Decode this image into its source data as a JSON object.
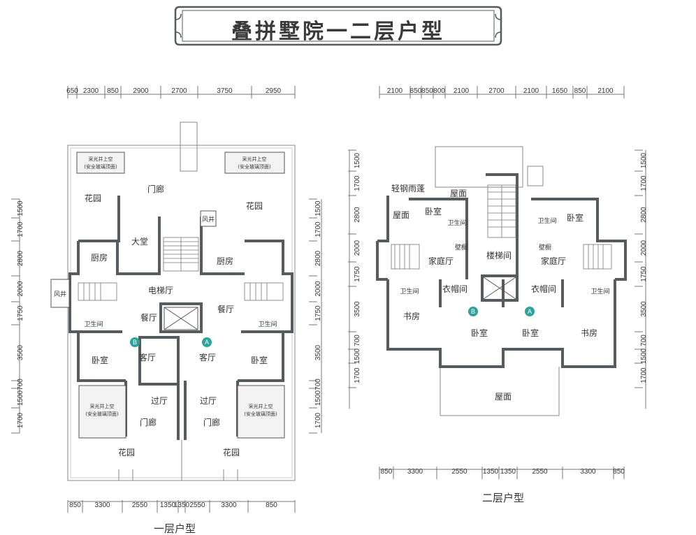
{
  "title": "叠拼墅院一二层户型",
  "floor1": {
    "caption": "一层户型",
    "top_dims": [
      "650",
      "2300",
      "850",
      "2900",
      "2700",
      "3750",
      "2950"
    ],
    "bottom_dims": [
      "850",
      "3300",
      "2550",
      "1350",
      "1350",
      "2550",
      "3300",
      "850"
    ],
    "left_dims": [
      "1500",
      "1700",
      "2800",
      "2000",
      "1750",
      "3500",
      "700",
      "1500",
      "1700"
    ],
    "right_dims": [
      "1500",
      "1700",
      "2800",
      "2000",
      "1750",
      "3500",
      "700",
      "1500",
      "1700"
    ],
    "rooms": {
      "garden_tl": "花园",
      "garden_tr": "花园",
      "garden_bl": "花园",
      "garden_br": "花园",
      "porch_top": "门廊",
      "hall": "大堂",
      "kitchen_l": "厨房",
      "kitchen_r": "厨房",
      "elevator_hall": "电梯厅",
      "dining_l": "餐厅",
      "dining_r": "餐厅",
      "living_l": "客厅",
      "living_r": "客厅",
      "bath_l": "卫生间",
      "bath_r": "卫生间",
      "bed_l": "卧室",
      "bed_r": "卧室",
      "passage_l": "过厅",
      "passage_r": "过厅",
      "porch_l": "门廊",
      "porch_r": "门廊",
      "wind_l": "风井",
      "wind_r": "风井",
      "skylight_tl": "采光井上空",
      "skylight_tl2": "(安全玻璃顶面)",
      "skylight_tr": "采光井上空",
      "skylight_tr2": "(安全玻璃顶面)",
      "skylight_bl": "采光井上空",
      "skylight_bl2": "(安全玻璃顶面)",
      "skylight_br": "采光井上空",
      "skylight_br2": "(安全玻璃顶面)",
      "mark_a": "A",
      "mark_b": "B"
    }
  },
  "floor2": {
    "caption": "二层户型",
    "top_dims": [
      "2100",
      "850",
      "850",
      "800",
      "2100",
      "2700",
      "2100",
      "1650",
      "850",
      "2100"
    ],
    "bottom_dims": [
      "850",
      "3300",
      "2550",
      "1350",
      "1350",
      "2550",
      "3300",
      "850"
    ],
    "left_dims": [
      "1500",
      "1700",
      "2800",
      "2000",
      "1750",
      "3500",
      "700",
      "1500",
      "1700"
    ],
    "right_dims": [
      "1500",
      "1700",
      "2800",
      "2000",
      "1750",
      "3500",
      "700",
      "1500",
      "1700"
    ],
    "rooms": {
      "roof_top": "屋面",
      "roof_left": "屋面",
      "roof_bottom": "屋面",
      "canopy": "轻钢雨蓬",
      "bed_tl": "卧室",
      "bed_tr": "卧室",
      "bath_tl": "卫生间",
      "bath_tr": "卫生间",
      "bath_bl": "卫生间",
      "bath_br": "卫生间",
      "family_l": "家庭厅",
      "family_r": "家庭厅",
      "stair_hall": "楼梯间",
      "closet_l": "衣帽间",
      "closet_r": "衣帽间",
      "wall_cab_l": "壁橱",
      "wall_cab_r": "壁橱",
      "study_l": "书房",
      "study_r": "书房",
      "bed_bl": "卧室",
      "bed_br": "卧室",
      "mark_a": "A",
      "mark_b": "B"
    }
  },
  "colors": {
    "wall": "#555b5e",
    "accent_teal": "#2ea39a",
    "line": "#777"
  }
}
